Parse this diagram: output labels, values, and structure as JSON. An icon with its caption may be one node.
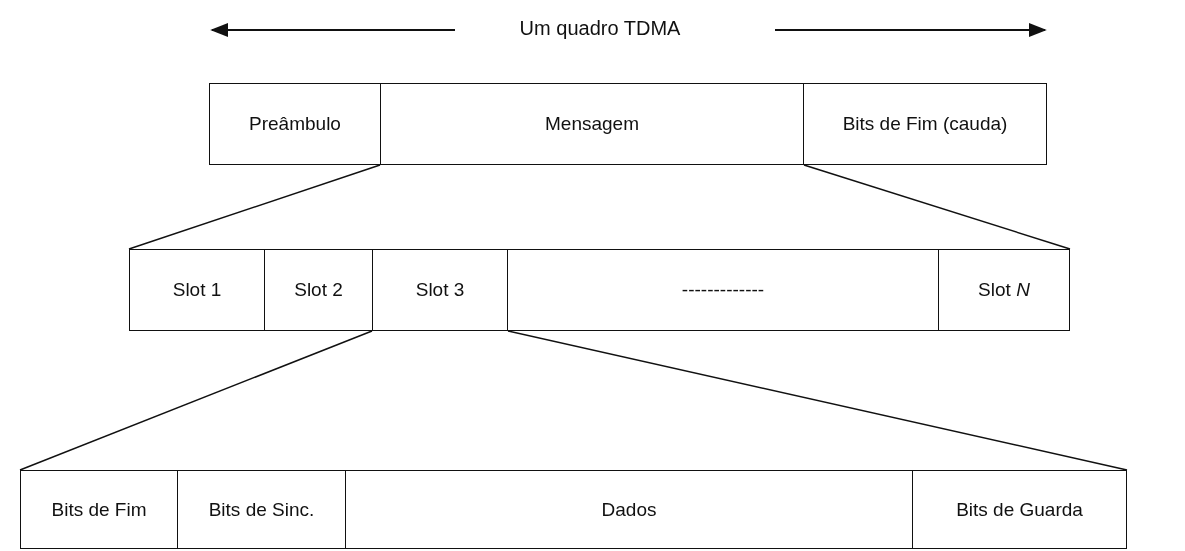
{
  "diagram": {
    "nodes": [
      {
        "text": [
          "Preâmbulo"
        ]
      },
      {
        "text": [
          "Mensagem"
        ]
      },
      {
        "text": [
          "Bits de Fim (cauda)"
        ]
      },
      {
        "text": [
          "Slot 1"
        ]
      },
      {
        "text": [
          "Slot 2"
        ]
      },
      {
        "text": [
          "Slot 3"
        ]
      },
      {
        "text": [
          "-------------"
        ]
      },
      {
        "text": [
          "Slot *N*"
        ]
      },
      {
        "text": [
          "Bits de Fim"
        ]
      },
      {
        "text": [
          "Bits de Sinc."
        ]
      },
      {
        "text": [
          "Dados"
        ]
      },
      {
        "text": [
          "Bits de Guarda"
        ]
      }
    ],
    "edges": [
      {
        "from": 1,
        "to": 3,
        "arrow": "none"
      },
      {
        "from": 1,
        "to": 7,
        "arrow": "none"
      },
      {
        "from": 5,
        "to": 8,
        "arrow": "none"
      },
      {
        "from": 5,
        "to": 11,
        "arrow": "none"
      }
    ],
    "labels": [
      "Um quadro TDMA"
    ]
  }
}
